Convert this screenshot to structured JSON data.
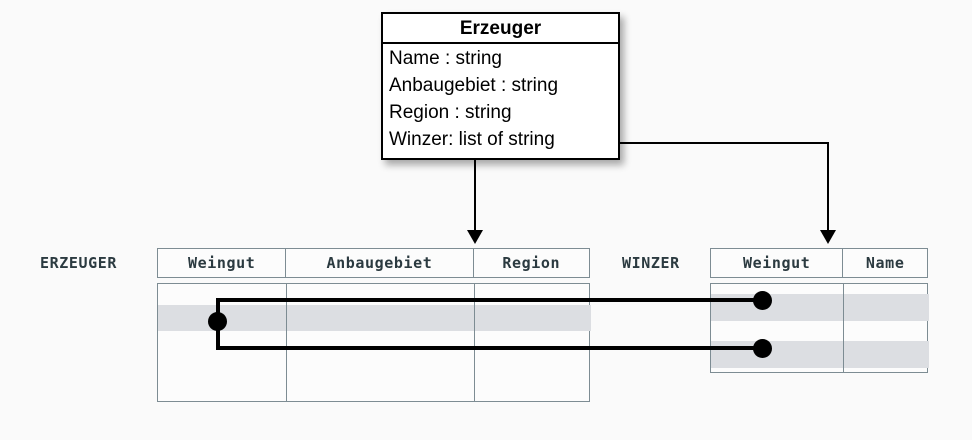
{
  "diagram": {
    "type": "uml-class-to-relational-mapping",
    "background_color": "#fafafa"
  },
  "uml_class": {
    "name": "Erzeuger",
    "attributes": [
      "Name : string",
      "Anbaugebiet : string",
      "Region : string",
      "Winzer: list of string"
    ]
  },
  "tables": [
    {
      "label": "ERZEUGER",
      "columns": [
        "Weingut",
        "Anbaugebiet",
        "Region"
      ],
      "row_count": 4,
      "highlighted_rows": [
        2
      ]
    },
    {
      "label": "WINZER",
      "columns": [
        "Weingut",
        "Name"
      ],
      "row_count": 3,
      "highlighted_rows": [
        1,
        3
      ]
    }
  ],
  "colors": {
    "highlight_band": "#dcdee2",
    "table_border": "#7d8c93",
    "connector": "#000000",
    "header_text": "#2b3a40"
  }
}
